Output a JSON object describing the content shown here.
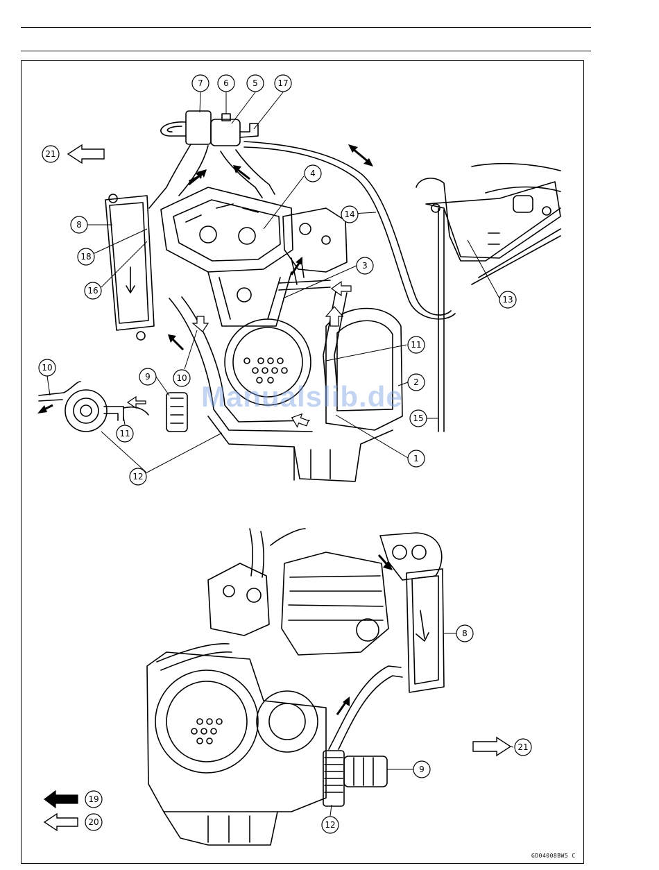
{
  "watermark": "Manualslib.de",
  "figure_code": "GD04008BW5 C",
  "callouts": {
    "c1": "1",
    "c2": "2",
    "c3": "3",
    "c4": "4",
    "c5": "5",
    "c6": "6",
    "c7": "7",
    "c8": "8",
    "c9": "9",
    "c10": "10",
    "c11": "11",
    "c12": "12",
    "c13": "13",
    "c14": "14",
    "c15": "15",
    "c16": "16",
    "c17": "17",
    "c18": "18",
    "c19": "19",
    "c20": "20",
    "c21": "21"
  },
  "colors": {
    "line": "#000000",
    "watermark": "#78a0e1"
  }
}
